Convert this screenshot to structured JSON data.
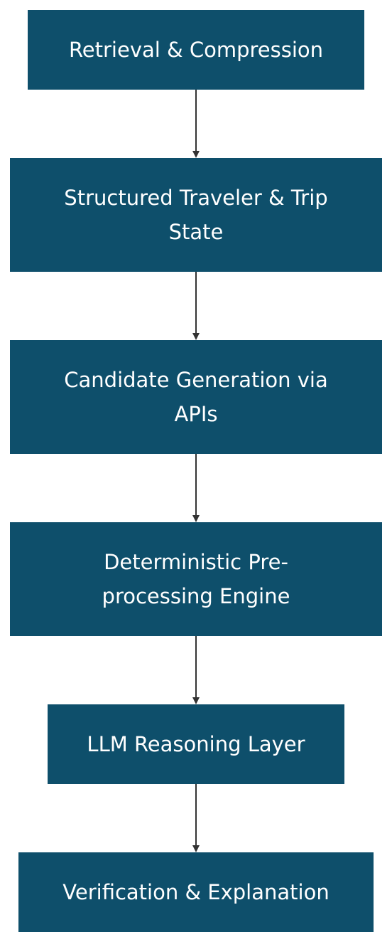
{
  "nodes": [
    {
      "id": "n1",
      "label": "Retrieval & Compression"
    },
    {
      "id": "n2",
      "label": "Structured Traveler & Trip State"
    },
    {
      "id": "n3",
      "label": "Candidate Generation via APIs"
    },
    {
      "id": "n4",
      "label": "Deterministic Pre-processing Engine"
    },
    {
      "id": "n5",
      "label": "LLM Reasoning Layer"
    },
    {
      "id": "n6",
      "label": "Verification & Explanation"
    }
  ],
  "edges": [
    {
      "from": "n1",
      "to": "n2"
    },
    {
      "from": "n2",
      "to": "n3"
    },
    {
      "from": "n3",
      "to": "n4"
    },
    {
      "from": "n4",
      "to": "n5"
    },
    {
      "from": "n5",
      "to": "n6"
    }
  ],
  "colors": {
    "node_fill": "#0e4f6b",
    "node_text": "#ffffff",
    "edge": "#333333"
  }
}
